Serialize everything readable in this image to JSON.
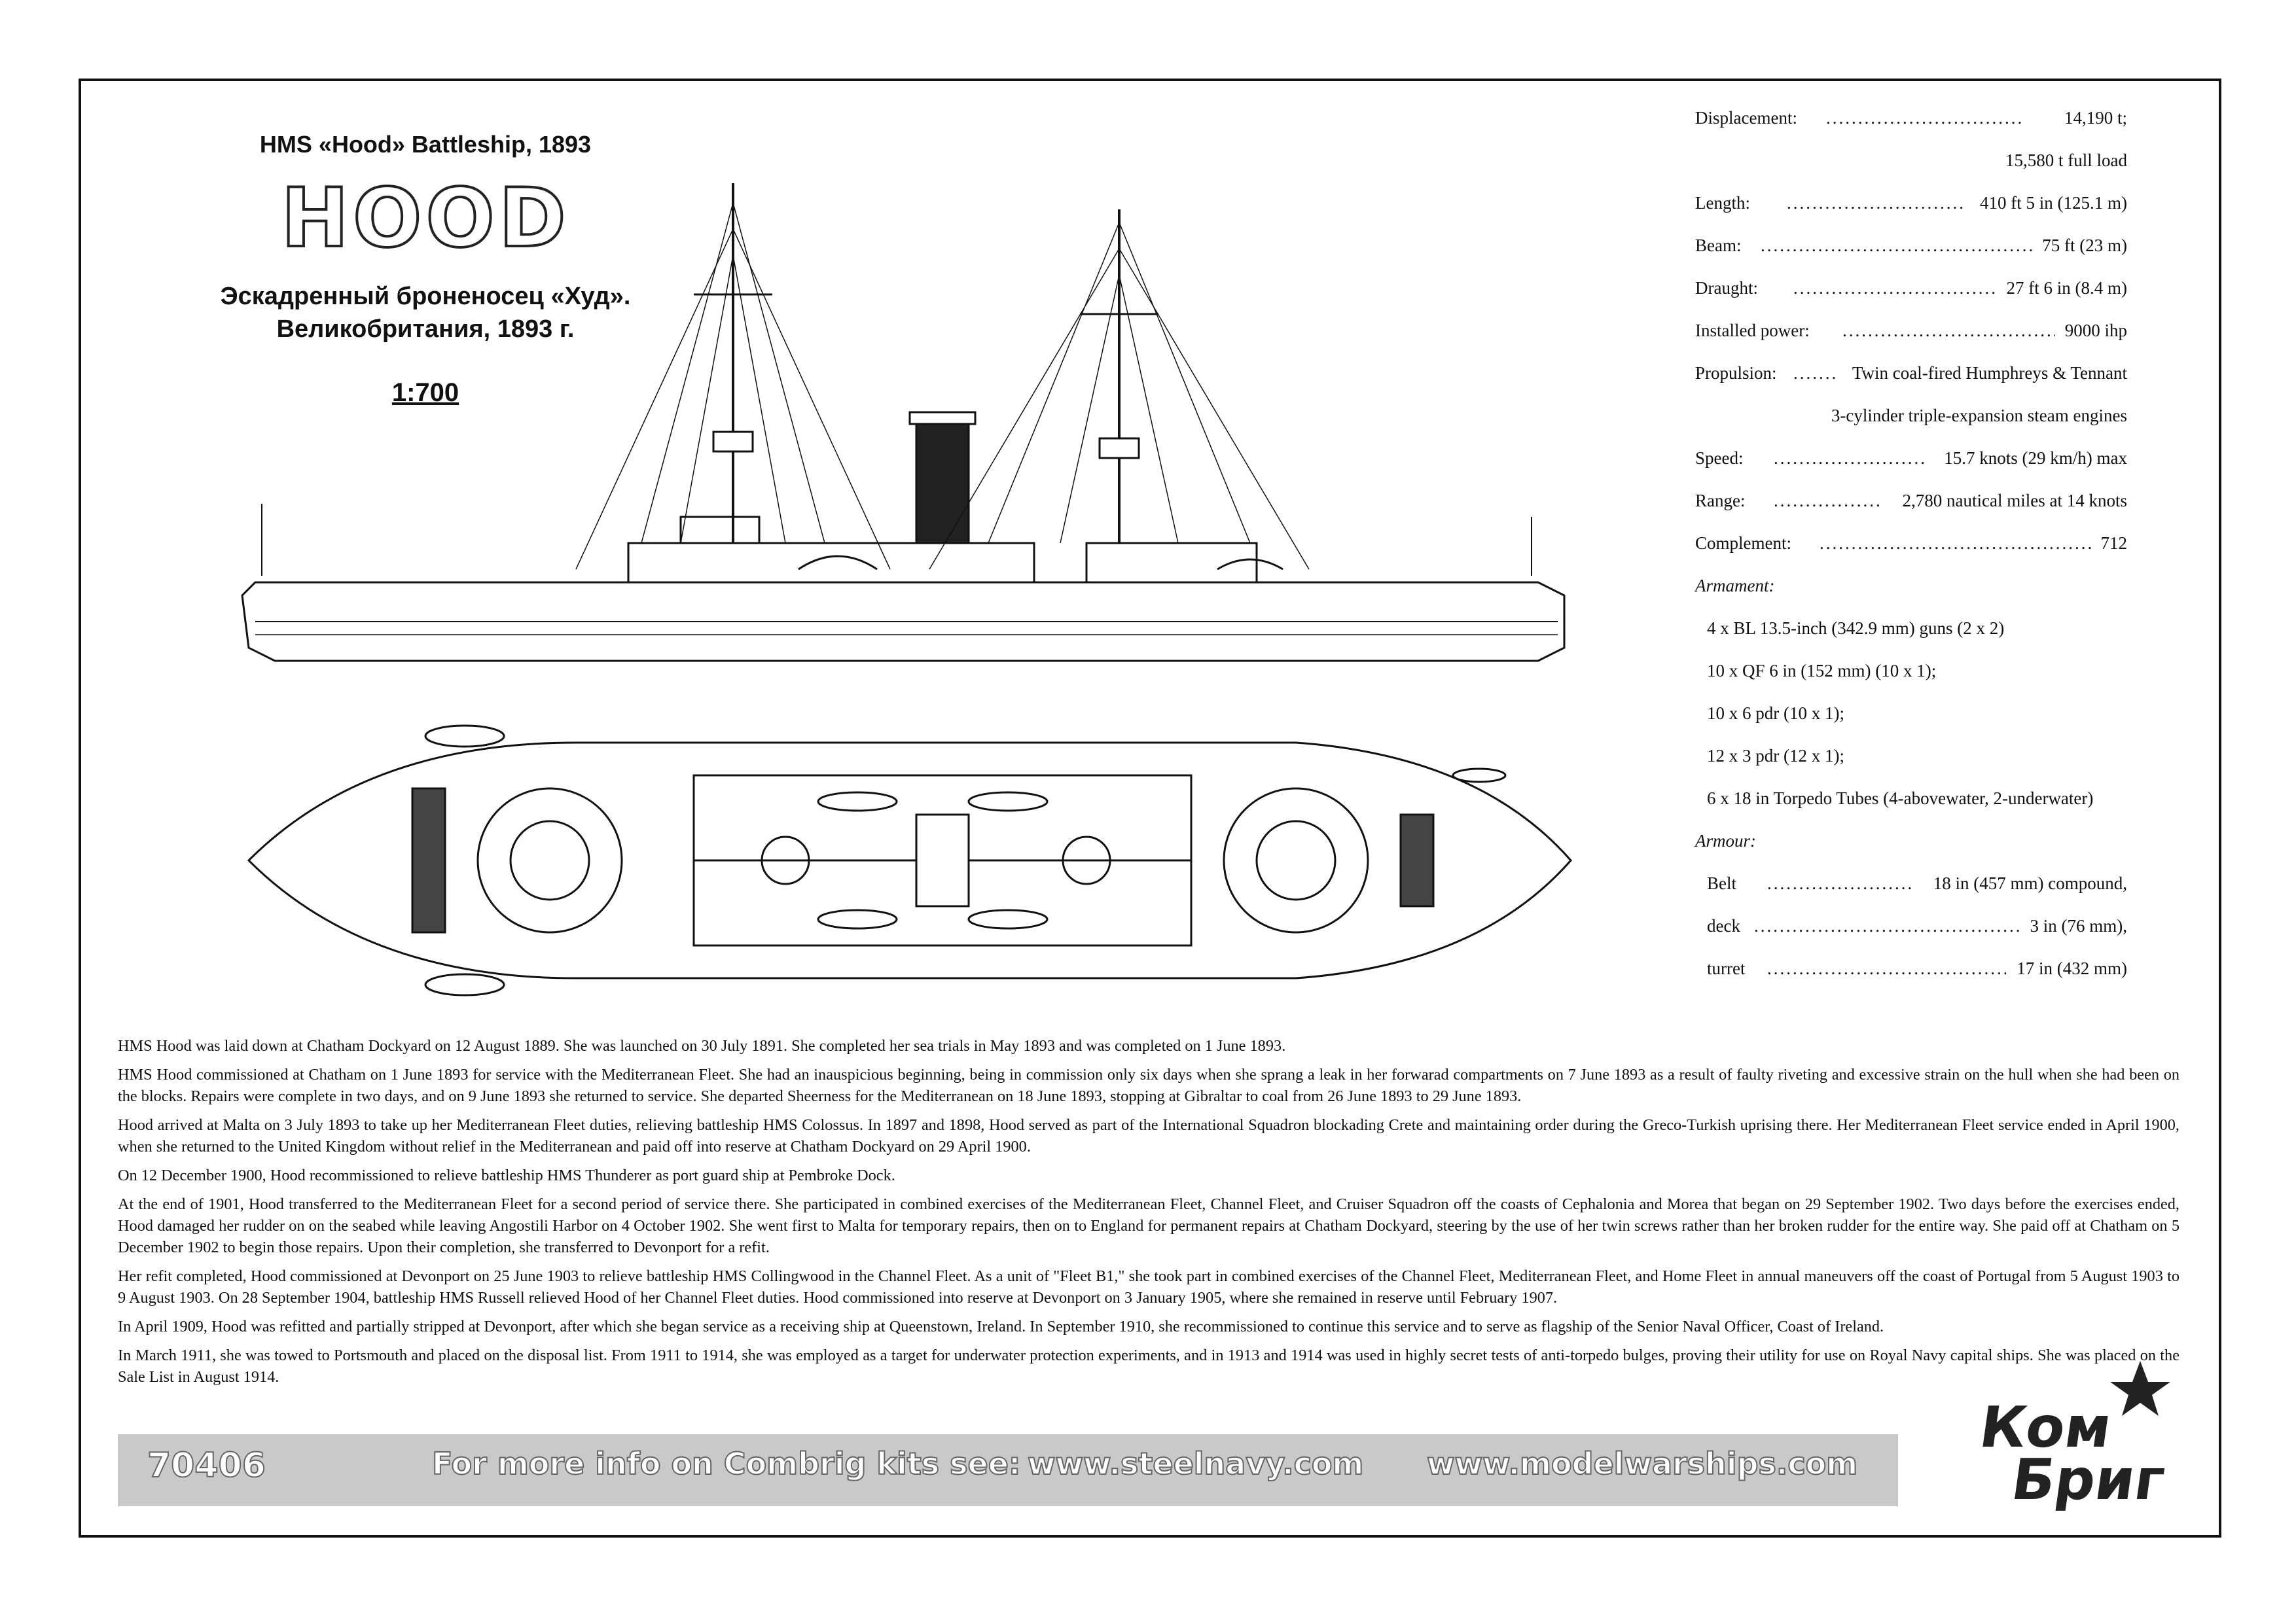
{
  "header": {
    "title_en": "HMS «Hood» Battleship, 1893",
    "name": "HOOD",
    "title_ru_line1": "Эскадренный броненосец «Худ».",
    "title_ru_line2": "Великобритания, 1893 г.",
    "scale": "1:700"
  },
  "specs": [
    {
      "label": "Displacement:",
      "value": "14,190 t;"
    },
    {
      "label": "",
      "value": "15,580 t full load"
    },
    {
      "label": "Length:",
      "value": "410 ft 5 in (125.1 m)"
    },
    {
      "label": "Beam:",
      "value": "75 ft (23 m)"
    },
    {
      "label": "Draught:",
      "value": "27 ft 6 in (8.4 m)"
    },
    {
      "label": "Installed power:",
      "value": "9000 ihp"
    },
    {
      "label": "Propulsion:",
      "value": "Twin coal-fired Humphreys & Tennant"
    },
    {
      "label": "",
      "value": "3-cylinder triple-expansion steam engines"
    },
    {
      "label": "Speed:",
      "value": "15.7 knots (29 km/h) max"
    },
    {
      "label": "Range:",
      "value": "2,780 nautical miles at 14 knots"
    },
    {
      "label": "Complement:",
      "value": "712"
    },
    {
      "label": "Armament:",
      "value": ""
    },
    {
      "label": "4 x BL 13.5-inch (342.9 mm) guns (2 x 2)",
      "value": ""
    },
    {
      "label": "10 x QF 6 in (152 mm) (10 x 1);",
      "value": ""
    },
    {
      "label": "10 x 6 pdr (10 x 1);",
      "value": ""
    },
    {
      "label": "12 x 3 pdr (12 x 1);",
      "value": ""
    },
    {
      "label": "6 x 18 in Torpedo Tubes (4-abovewater, 2-underwater)",
      "value": ""
    },
    {
      "label": "Armour:",
      "value": ""
    },
    {
      "label": "Belt",
      "value": "18 in (457 mm) compound,"
    },
    {
      "label": "deck",
      "value": "3 in (76 mm),"
    },
    {
      "label": "turret",
      "value": "17 in (432 mm)"
    }
  ],
  "history": [
    "HMS Hood was laid down at Chatham Dockyard on 12 August 1889. She was launched on 30 July 1891. She completed her sea trials in May 1893 and was completed on 1 June 1893.",
    "HMS Hood commissioned at Chatham on 1 June 1893 for service with the Mediterranean Fleet. She had an inauspicious beginning, being in commission only six days when she sprang a leak in her forwarad compartments on 7 June 1893 as a result of faulty riveting and excessive strain on the hull when she had been on the blocks. Repairs were complete in two days, and on 9 June 1893 she returned to service. She departed Sheerness for the Mediterranean on 18 June 1893, stopping at Gibraltar to coal from 26 June 1893 to 29 June 1893.",
    "Hood arrived at Malta on 3 July 1893 to take up her Mediterranean Fleet duties, relieving battleship HMS Colossus. In 1897 and 1898, Hood served as part of the International Squadron blockading Crete and maintaining order during the Greco-Turkish uprising there. Her Mediterranean Fleet service ended in April 1900, when she returned to the United Kingdom without relief in the Mediterranean and paid off into reserve at Chatham Dockyard on 29 April 1900.",
    "On 12 December 1900, Hood recommissioned to relieve battleship HMS Thunderer as port guard ship at Pembroke Dock.",
    "At the end of 1901, Hood transferred to the Mediterranean Fleet for a second period of service there. She participated in combined exercises of the Mediterranean Fleet, Channel Fleet, and Cruiser Squadron off the coasts of Cephalonia and Morea that began on 29 September 1902. Two days before the exercises ended, Hood damaged her rudder on on the seabed while leaving Angostili Harbor on 4 October 1902. She went first to Malta for temporary repairs, then on to England for permanent repairs at Chatham Dockyard, steering by the use of her twin screws rather than her broken rudder for the entire way. She paid off at Chatham on 5 December 1902 to begin those repairs. Upon their completion, she transferred to Devonport for a refit.",
    "Her refit completed, Hood commissioned at Devonport on 25 June 1903 to relieve battleship HMS Collingwood in the Channel Fleet. As a unit of \"Fleet B1,\" she took part in combined exercises of the Channel Fleet, Mediterranean Fleet, and Home Fleet in annual maneuvers off the coast of Portugal from 5 August 1903 to 9 August 1903. On 28 September 1904, battleship HMS Russell relieved Hood of her Channel Fleet duties. Hood commissioned into reserve at Devonport on 3 January 1905, where she remained in reserve until February 1907.",
    "In April 1909, Hood was refitted and partially stripped at Devonport, after which she began service as a receiving ship at Queenstown, Ireland. In September 1910, she recommissioned to continue this service and to serve as flagship of the Senior Naval Officer, Coast of Ireland.",
    "In March 1911, she was towed to Portsmouth and placed on the disposal list. From 1911 to 1914, she was employed as a target for underwater protection experiments, and in 1913 and 1914 was used in highly secret tests of anti-torpedo bulges, proving their utility for use on Royal Navy capital ships. She was placed on the Sale List in August 1914."
  ],
  "footer": {
    "kit_number": "70406",
    "info_text": "For more info on Combrig kits see:",
    "url1": "www.steelnavy.com",
    "url2": "www.modelwarships.com",
    "logo_line1": "Ком",
    "logo_line2": "Бриг"
  }
}
